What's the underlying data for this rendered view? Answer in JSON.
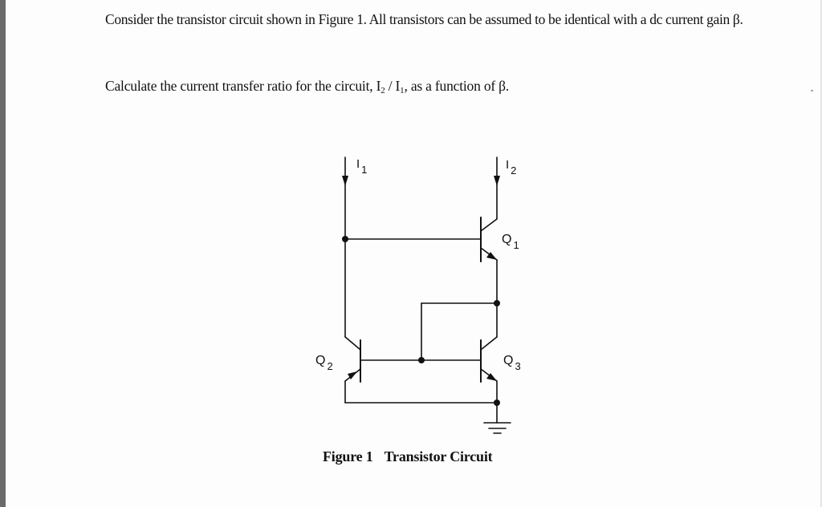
{
  "problem": {
    "paragraph1": "Consider the transistor circuit shown in Figure 1. All transistors can be assumed to be identical with a dc current gain β.",
    "question_prefix": "Calculate the current transfer ratio for the circuit, I",
    "question_sub1": "2",
    "question_mid": " / I",
    "question_sub2": "1",
    "question_suffix": ", as a function of β."
  },
  "figure": {
    "caption_number": "Figure 1",
    "caption_title": "Transistor Circuit",
    "labels": {
      "i1": {
        "main": "I",
        "sub": "1"
      },
      "i2": {
        "main": "I",
        "sub": "2"
      },
      "q1": {
        "main": "Q",
        "sub": "1"
      },
      "q2": {
        "main": "Q",
        "sub": "2"
      },
      "q3": {
        "main": "Q",
        "sub": "3"
      }
    },
    "components": [
      {
        "id": "Q1",
        "type": "npn-transistor"
      },
      {
        "id": "Q2",
        "type": "npn-transistor"
      },
      {
        "id": "Q3",
        "type": "npn-transistor"
      },
      {
        "id": "GND",
        "type": "ground"
      }
    ]
  },
  "colors": {
    "ink": "#111111",
    "background": "#fdfdfd",
    "left_border": "#6a6a6a"
  }
}
